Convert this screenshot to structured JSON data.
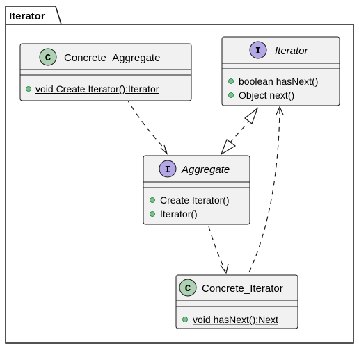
{
  "package": {
    "name": "Iterator"
  },
  "classes": {
    "concrete_aggregate": {
      "kind": "C",
      "name": "Concrete_Aggregate",
      "methods": [
        {
          "text": "void Create Iterator():Iterator",
          "static": true
        }
      ]
    },
    "iterator": {
      "kind": "I",
      "name": "Iterator",
      "methods": [
        {
          "text": "boolean hasNext()",
          "static": false
        },
        {
          "text": "Object next()",
          "static": false
        }
      ]
    },
    "aggregate": {
      "kind": "I",
      "name": "Aggregate",
      "methods": [
        {
          "text": "Create Iterator()",
          "static": false
        },
        {
          "text": "Iterator()",
          "static": false
        }
      ]
    },
    "concrete_iterator": {
      "kind": "C",
      "name": "Concrete_Iterator",
      "methods": [
        {
          "text": "void hasNext():Next",
          "static": true
        }
      ]
    }
  },
  "relations": [
    {
      "from": "concrete_aggregate",
      "to": "aggregate",
      "type": "dependency"
    },
    {
      "from": "aggregate",
      "to": "iterator",
      "type": "realization"
    },
    {
      "from": "aggregate",
      "to": "concrete_iterator",
      "type": "dependency"
    },
    {
      "from": "concrete_iterator",
      "to": "iterator",
      "type": "dependency"
    }
  ],
  "colors": {
    "box_fill": "#f1f1f1",
    "border": "#181818",
    "class_badge": "#add1b2",
    "interface_badge": "#b4a7e5",
    "member_dot": "#84be84"
  }
}
